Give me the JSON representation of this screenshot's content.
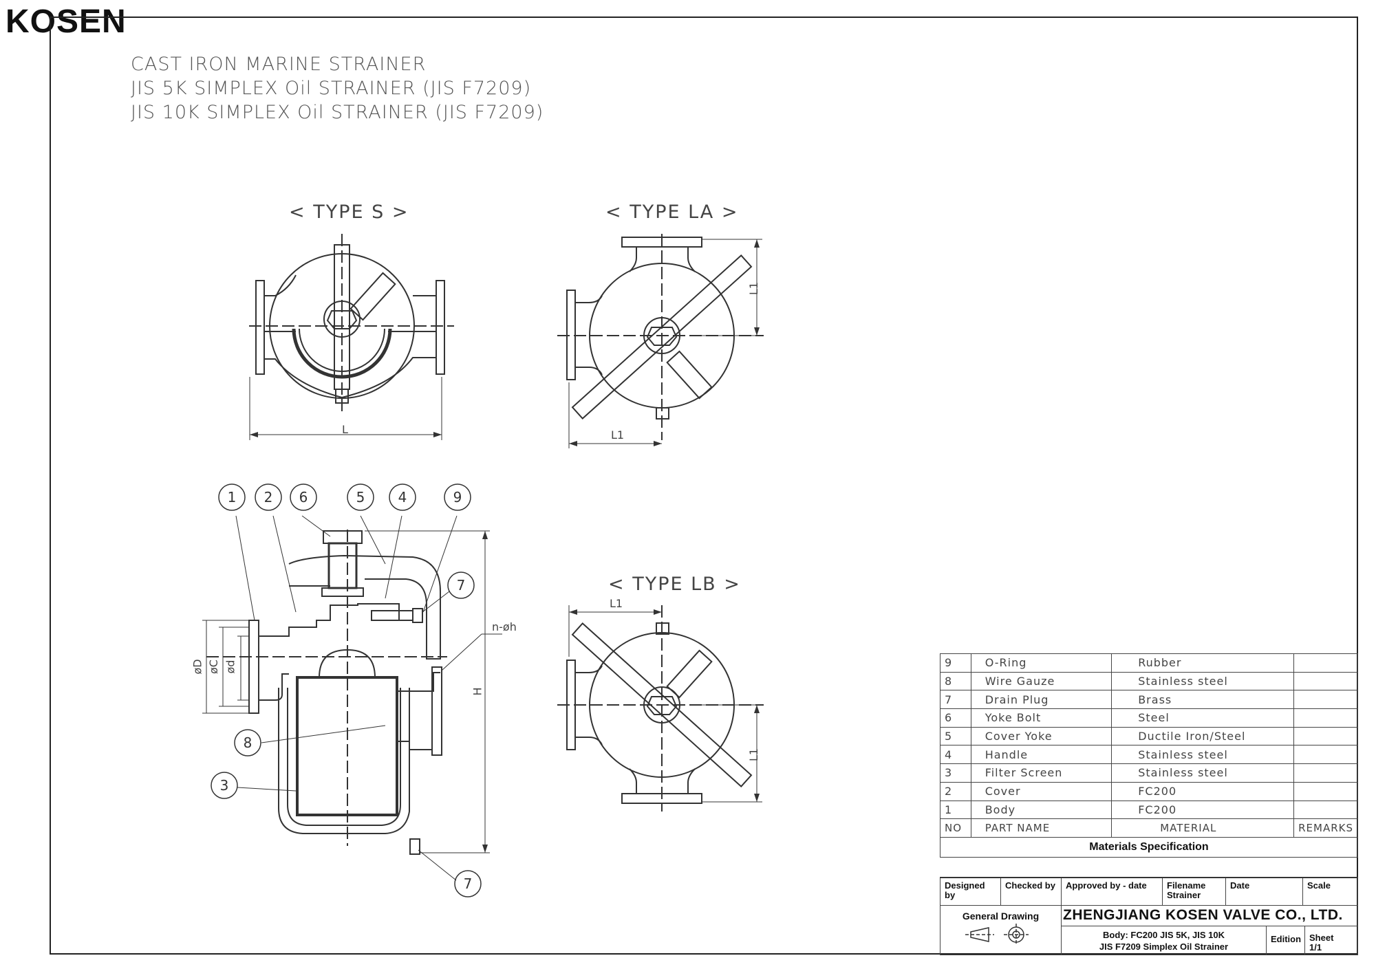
{
  "logo": "KOSEN",
  "title_lines": [
    "CAST IRON MARINE STRAINER",
    "JIS 5K SIMPLEX Oil STRAINER (JIS F7209)",
    "JIS 10K SIMPLEX Oil STRAINER (JIS F7209)"
  ],
  "views": {
    "type_s": "< TYPE S >",
    "type_la": "< TYPE LA >",
    "type_lb": "< TYPE LB >"
  },
  "dimensions": {
    "L": "L",
    "L1": "L1",
    "H": "H",
    "D": "øD",
    "C": "øC",
    "d": "ød",
    "holes": "n-øh"
  },
  "balloons": [
    "1",
    "2",
    "6",
    "5",
    "4",
    "9",
    "7",
    "8",
    "3",
    "7"
  ],
  "parts_table": {
    "rows": [
      {
        "no": "9",
        "name": "O-Ring",
        "material": "Rubber",
        "remarks": ""
      },
      {
        "no": "8",
        "name": "Wire Gauze",
        "material": "Stainless steel",
        "remarks": ""
      },
      {
        "no": "7",
        "name": "Drain Plug",
        "material": "Brass",
        "remarks": ""
      },
      {
        "no": "6",
        "name": "Yoke Bolt",
        "material": "Steel",
        "remarks": ""
      },
      {
        "no": "5",
        "name": "Cover Yoke",
        "material": "Ductile Iron/Steel",
        "remarks": ""
      },
      {
        "no": "4",
        "name": "Handle",
        "material": "Stainless steel",
        "remarks": ""
      },
      {
        "no": "3",
        "name": "Filter Screen",
        "material": "Stainless steel",
        "remarks": ""
      },
      {
        "no": "2",
        "name": "Cover",
        "material": "FC200",
        "remarks": ""
      },
      {
        "no": "1",
        "name": "Body",
        "material": "FC200",
        "remarks": ""
      }
    ],
    "header": {
      "no": "NO",
      "name": "PART  NAME",
      "material": "MATERIAL",
      "remarks": "REMARKS"
    },
    "caption": "Materials Specification"
  },
  "title_block": {
    "designed_by": "Designed by",
    "checked_by": "Checked by",
    "approved_by": "Approved by - date",
    "filename_label": "Filename",
    "filename_value": "Strainer",
    "date": "Date",
    "scale": "Scale",
    "general_drawing": "General Drawing",
    "company": "ZHENGJIANG KOSEN VALVE CO., LTD.",
    "body_line1": "Body: FC200  JIS 5K, JIS 10K",
    "body_line2": "JIS F7209 Simplex Oil Strainer",
    "edition": "Edition",
    "sheet": "Sheet",
    "sheet_value": "1/1"
  }
}
